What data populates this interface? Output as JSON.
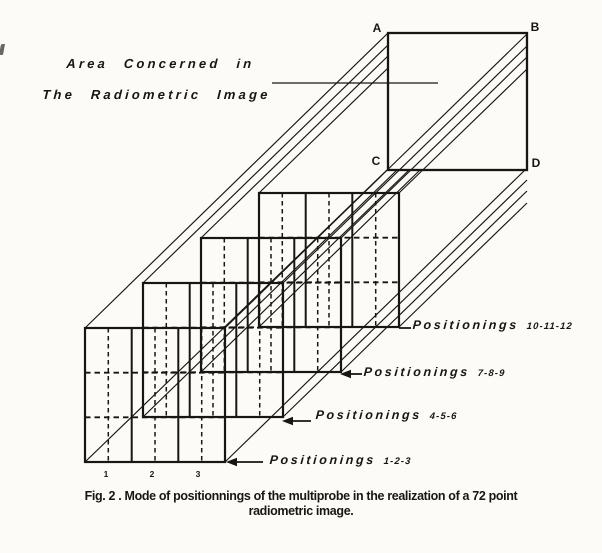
{
  "figure": {
    "annotation": {
      "line1": "Area Concerned in",
      "line2": "The Radiometric Image"
    },
    "area_corners": {
      "a": "A",
      "b": "B",
      "c": "C",
      "d": "D"
    },
    "positionings": [
      {
        "name": "Positionings",
        "numbers": "10-11-12"
      },
      {
        "name": "Positionings",
        "numbers": "7-8-9"
      },
      {
        "name": "Positionings",
        "numbers": "4-5-6"
      },
      {
        "name": "Positionings",
        "numbers": "1-2-3"
      }
    ],
    "probe_positions": [
      "1",
      "2",
      "3"
    ],
    "caption": {
      "line1": "Fig. 2 . Mode of positionnings of the multiprobe in the realization of a 72 point",
      "line2": "radiometric image."
    }
  },
  "colors": {
    "ink": "#181613",
    "paper": "#fcfbf8"
  }
}
